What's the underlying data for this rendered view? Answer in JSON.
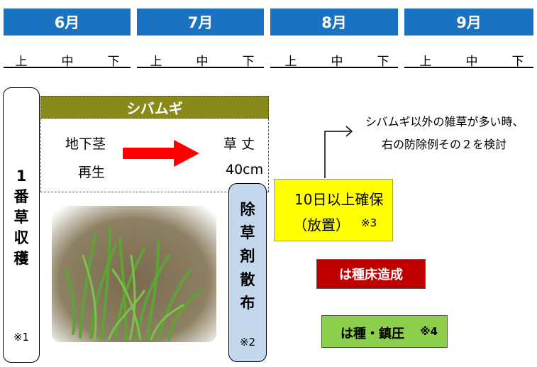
{
  "timeline": {
    "months": [
      "6月",
      "7月",
      "8月",
      "9月"
    ],
    "dekads": [
      "上",
      "中",
      "下",
      "上",
      "中",
      "下",
      "上",
      "中",
      "下",
      "上",
      "中",
      "下"
    ]
  },
  "harvest": {
    "label": "1番草収穫",
    "note": "※1"
  },
  "shibamugi": {
    "header": "シバムギ",
    "rhizome_line1": "地下茎",
    "rhizome_line2": "再生",
    "height_line1": "草 丈",
    "height_line2": "40cm"
  },
  "herbicide": {
    "label": "除草剤散布",
    "note": "※2"
  },
  "note_other_weeds": {
    "line1": "シバムギ以外の雑草が多い時、",
    "line2": "右の防除例その２を検討"
  },
  "wait_box": {
    "line1": "10日以上確保",
    "line2": "（放置）",
    "note": "※3"
  },
  "seedbed": {
    "label": "は種床造成"
  },
  "sowing": {
    "label": "は種・鎮圧",
    "note": "※4"
  },
  "colors": {
    "month_header": "#1a73c2",
    "shibamugi_header": "#888a1a",
    "arrow": "#ff0000",
    "herbicide_box": "#c5d7ec",
    "wait_box": "#ffff00",
    "seedbed_box": "#c00000",
    "sowing_box": "#8ccf4a"
  }
}
